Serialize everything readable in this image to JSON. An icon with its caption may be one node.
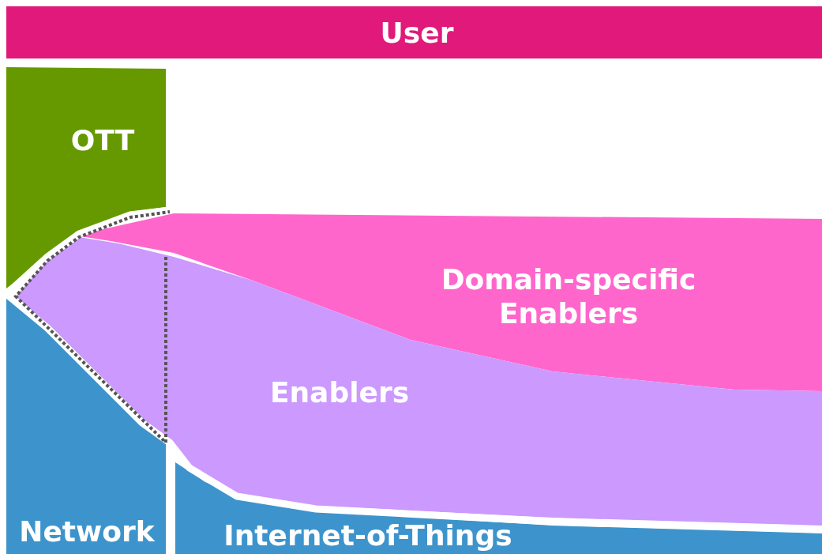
{
  "diagram": {
    "nodes": [
      {
        "text": [
          "User"
        ]
      },
      {
        "text": [
          "OTT"
        ]
      },
      {
        "text": [
          "Domain-specific Enablers"
        ]
      },
      {
        "text": [
          "Enablers"
        ]
      },
      {
        "text": [
          "Network"
        ]
      },
      {
        "text": [
          "Internet-of-Things"
        ]
      }
    ]
  }
}
